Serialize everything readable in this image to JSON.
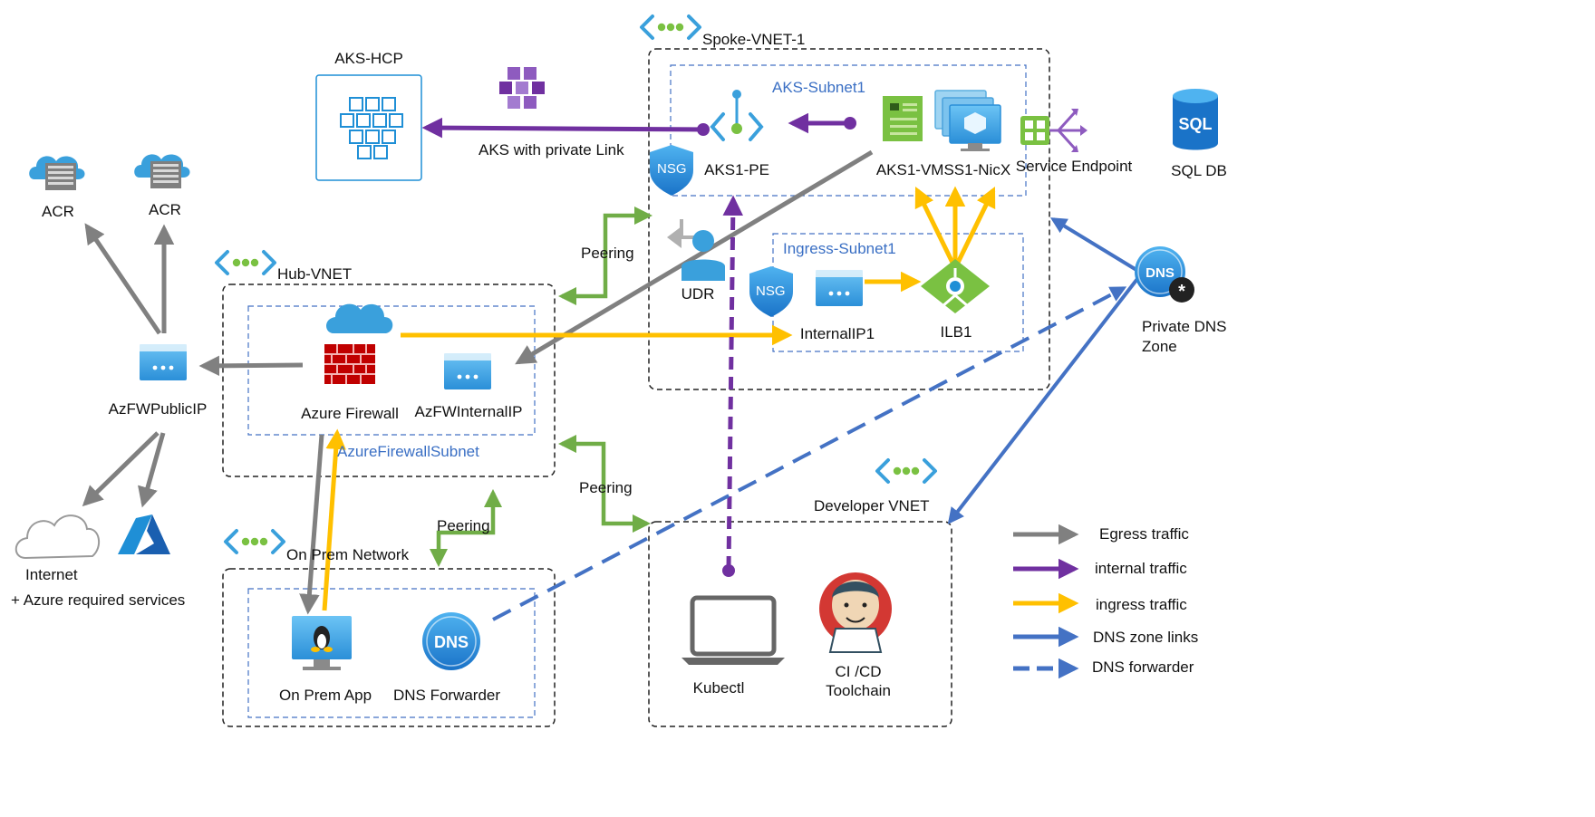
{
  "colors": {
    "egress": "#808080",
    "internal": "#7030a0",
    "ingress": "#ffc000",
    "dns": "#4472c4",
    "peering": "#70ad47",
    "azure_blue": "#1f8fd6"
  },
  "vnets": {
    "spoke": "Spoke-VNET-1",
    "hub": "Hub-VNET",
    "onprem": "On Prem Network",
    "developer": "Developer VNET"
  },
  "subnets": {
    "aks": "AKS-Subnet1",
    "ingress": "Ingress-Subnet1",
    "firewall": "AzureFirewallSubnet"
  },
  "nodes": {
    "aks_hcp": "AKS-HCP",
    "aks_private_link": "AKS with private Link",
    "acr_1": "ACR",
    "acr_2": "ACR",
    "azfw_public_ip": "AzFWPublicIP",
    "internet": "Internet",
    "azure_services": "+ Azure required services",
    "azure_firewall": "Azure Firewall",
    "azfw_internal_ip": "AzFWInternalIP",
    "aks1_pe": "AKS1-PE",
    "nsg_1": "NSG",
    "nsg_2": "NSG",
    "vmss": "AKS1-VMSS1-NicX",
    "service_endpoint": "Service Endpoint",
    "sql_db": "SQL DB",
    "udr": "UDR",
    "internal_ip": "InternalIP1",
    "ilb": "ILB1",
    "private_dns_line1": "Private DNS",
    "private_dns_line2": "Zone",
    "on_prem_app": "On Prem App",
    "dns_forwarder": "DNS Forwarder",
    "kubectl": "Kubectl",
    "cicd_line1": "CI /CD",
    "cicd_line2": "Toolchain",
    "sql_icon_text": "SQL",
    "dns_icon_text": "DNS",
    "nsg_icon_text": "NSG"
  },
  "peering": {
    "label_1": "Peering",
    "label_2": "Peering",
    "label_3": "Peering"
  },
  "legend": [
    {
      "label": "Egress traffic",
      "color": "#808080",
      "dashed": false
    },
    {
      "label": "internal traffic",
      "color": "#7030a0",
      "dashed": false
    },
    {
      "label": "ingress traffic",
      "color": "#ffc000",
      "dashed": false
    },
    {
      "label": "DNS zone links",
      "color": "#4472c4",
      "dashed": false
    },
    {
      "label": "DNS forwarder",
      "color": "#4472c4",
      "dashed": true
    }
  ]
}
